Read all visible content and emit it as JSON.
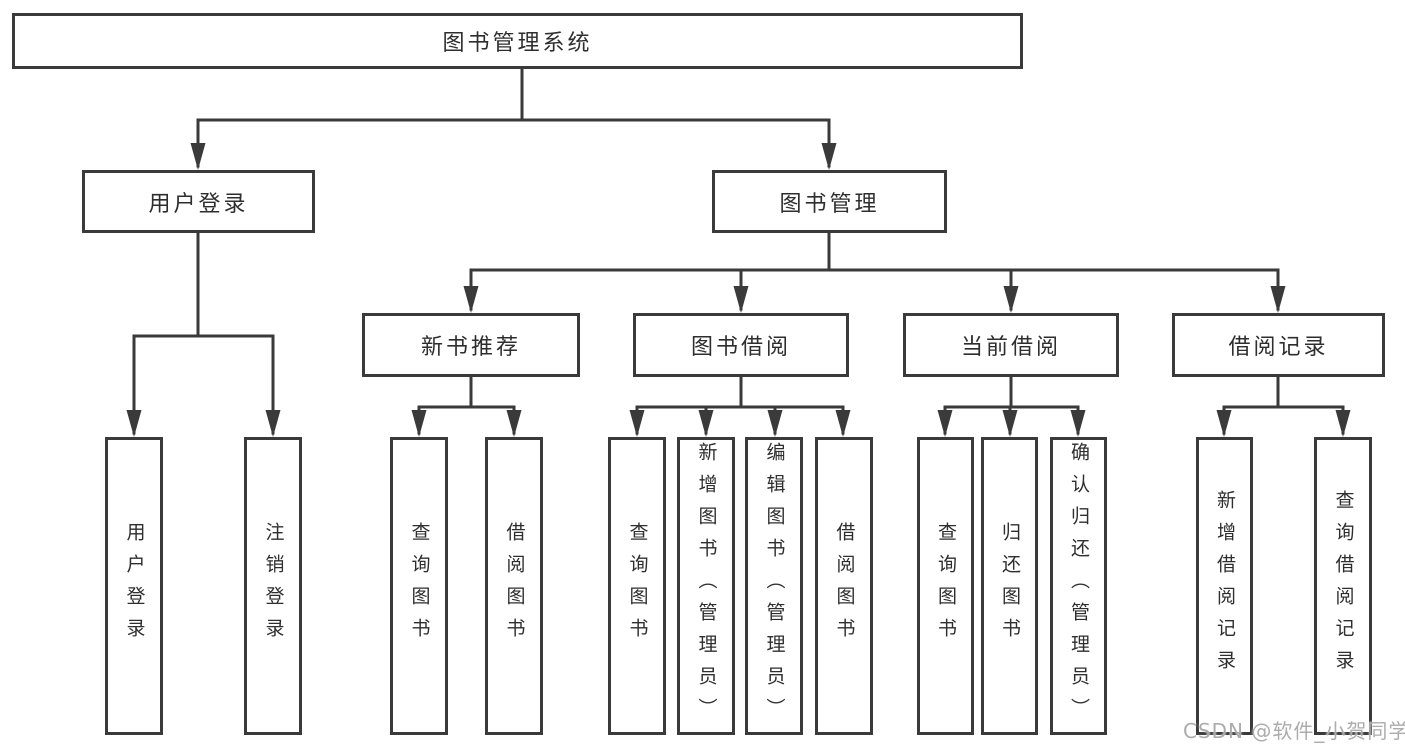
{
  "diagram": {
    "type": "hierarchy-tree",
    "nodes": {
      "root": "图书管理系统",
      "user_login": "用户登录",
      "book_management": "图书管理",
      "new_book_recommend": "新书推荐",
      "book_borrowing": "图书借阅",
      "current_borrowing": "当前借阅",
      "borrowing_records": "借阅记录",
      "leaf_user_login": "用户登录",
      "leaf_logout": "注销登录",
      "leaf_query_books_recommend": "查询图书",
      "leaf_borrow_books_recommend": "借阅图书",
      "leaf_query_books_borrowing": "查询图书",
      "leaf_add_books_admin": "新增图书（管理员）",
      "leaf_edit_books_admin": "编辑图书（管理员）",
      "leaf_borrow_books_borrowing": "借阅图书",
      "leaf_query_books_current": "查询图书",
      "leaf_return_books": "归还图书",
      "leaf_confirm_return_admin": "确认归还（管理员）",
      "leaf_add_borrow_record": "新增借阅记录",
      "leaf_query_borrow_record": "查询借阅记录"
    },
    "edges": [
      [
        "root",
        "user_login"
      ],
      [
        "root",
        "book_management"
      ],
      [
        "user_login",
        "leaf_user_login"
      ],
      [
        "user_login",
        "leaf_logout"
      ],
      [
        "book_management",
        "new_book_recommend"
      ],
      [
        "book_management",
        "book_borrowing"
      ],
      [
        "book_management",
        "current_borrowing"
      ],
      [
        "book_management",
        "borrowing_records"
      ],
      [
        "new_book_recommend",
        "leaf_query_books_recommend"
      ],
      [
        "new_book_recommend",
        "leaf_borrow_books_recommend"
      ],
      [
        "book_borrowing",
        "leaf_query_books_borrowing"
      ],
      [
        "book_borrowing",
        "leaf_add_books_admin"
      ],
      [
        "book_borrowing",
        "leaf_edit_books_admin"
      ],
      [
        "book_borrowing",
        "leaf_borrow_books_borrowing"
      ],
      [
        "current_borrowing",
        "leaf_query_books_current"
      ],
      [
        "current_borrowing",
        "leaf_return_books"
      ],
      [
        "current_borrowing",
        "leaf_confirm_return_admin"
      ],
      [
        "borrowing_records",
        "leaf_add_borrow_record"
      ],
      [
        "borrowing_records",
        "leaf_query_borrow_record"
      ]
    ],
    "colors": {
      "line": "#3a3a3a",
      "box_border": "#3a3a3a",
      "text": "#2e2e2e",
      "background": "#ffffff",
      "watermark": "#a8a8a8"
    }
  },
  "watermark": {
    "text": "CSDN @软件_小贺同学"
  }
}
